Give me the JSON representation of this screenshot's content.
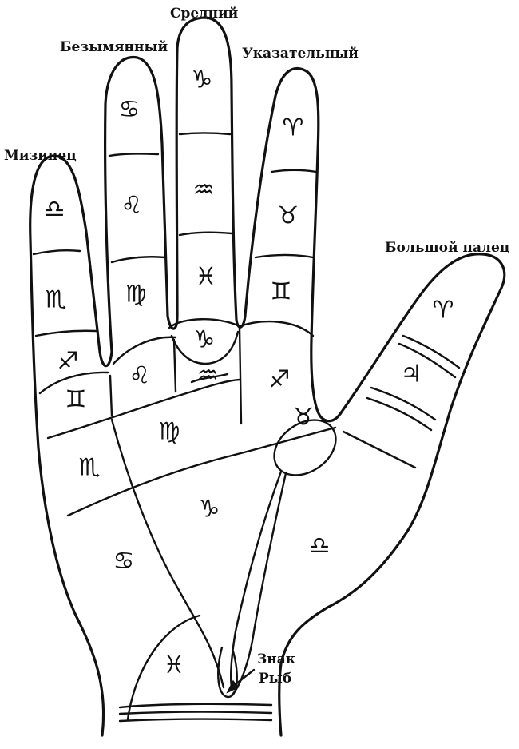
{
  "labels": {
    "middle": "Средний",
    "ring": "Безымянный",
    "index": "Указательный",
    "little": "Мизинец",
    "thumb": "Большой палец",
    "pisces_1": "Знак",
    "pisces_2": "Рыб"
  },
  "signs": {
    "middle_top": "♑",
    "middle_mid": "♒",
    "middle_low": "♓",
    "middle_base": "♑",
    "middle_palm": "♒",
    "ring_top": "♋",
    "ring_mid": "♌",
    "ring_low": "♍",
    "ring_palm": "♌",
    "index_top": "♈",
    "index_mid": "♉",
    "index_low": "♊",
    "index_palm": "♐",
    "little_top": "♎",
    "little_mid": "♏",
    "little_low": "♐",
    "little_palm": "♊",
    "thumb_top": "♈",
    "thumb_mid": "♃",
    "venus_center": "♉",
    "palm_center": "♑",
    "palm_mid": "♍",
    "palm_left": "♏",
    "palm_lower_left": "♋",
    "palm_right": "♎",
    "palm_bottom": "♓"
  }
}
